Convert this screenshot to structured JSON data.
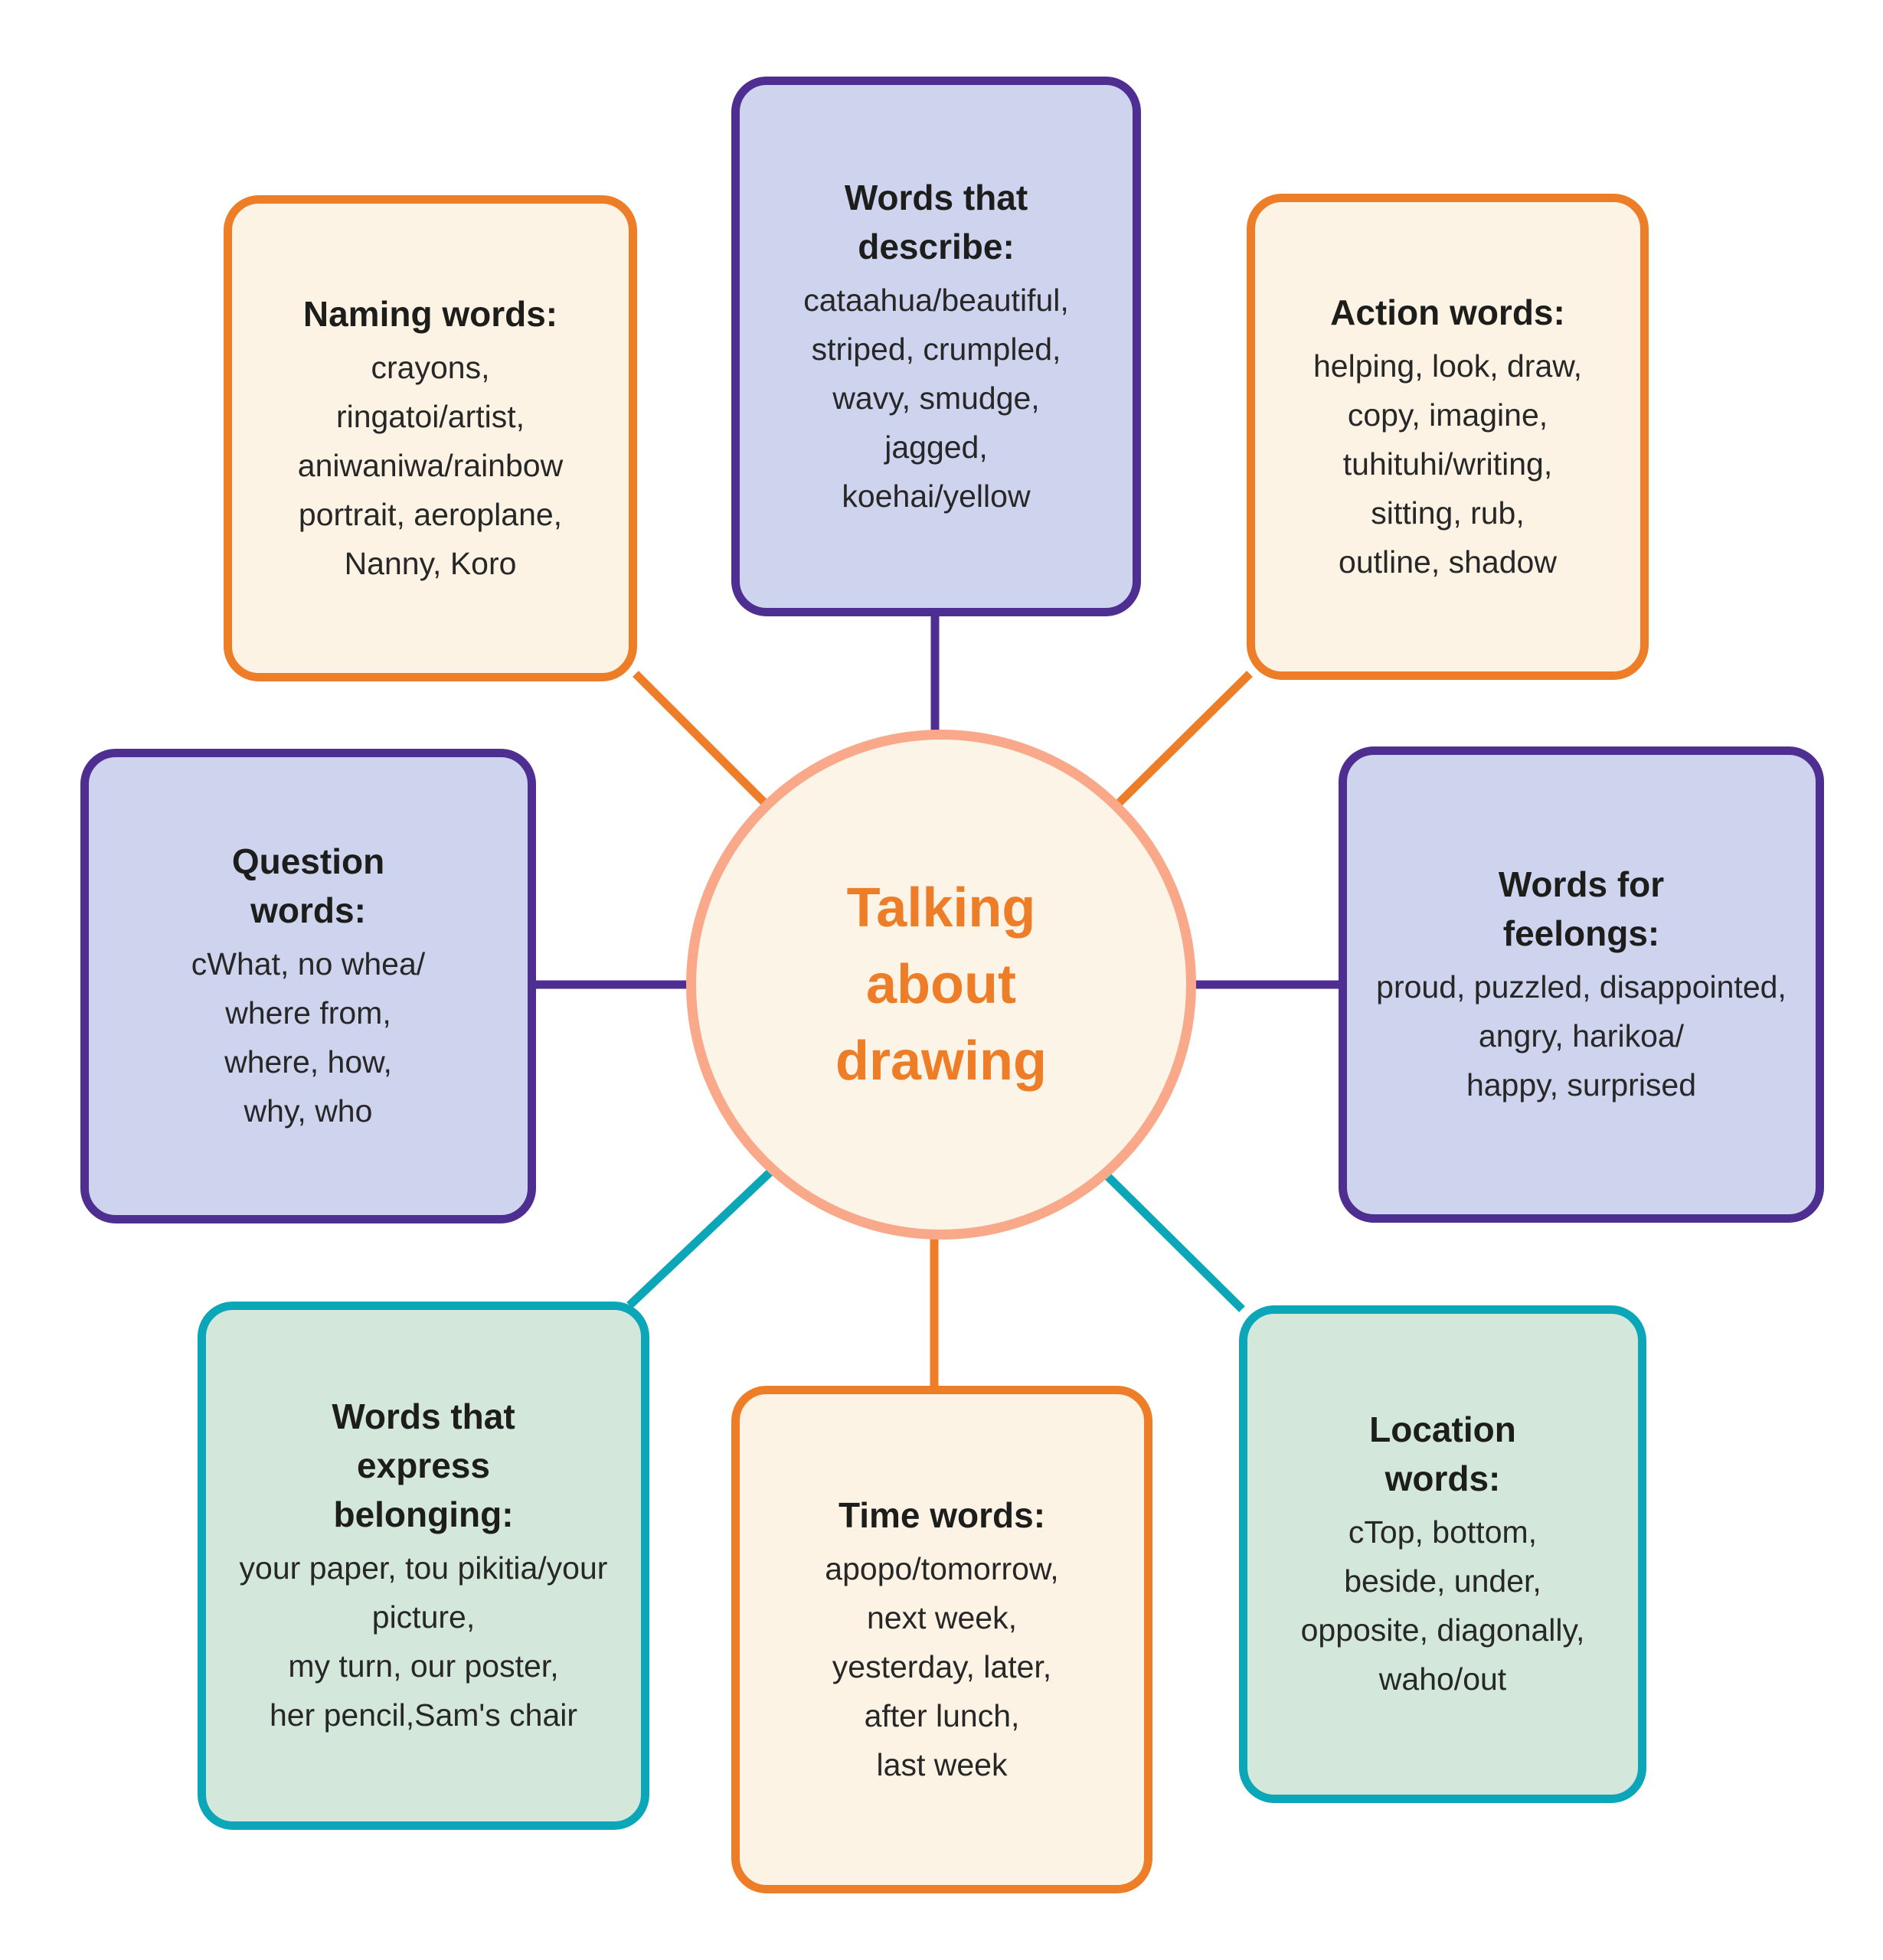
{
  "palette": {
    "orange": "#ee7d28",
    "purple": "#4f2e91",
    "teal": "#0ba7b9",
    "salmon": "#f9a98a",
    "cream": "#fdf3e5",
    "lavender": "#ced3ee",
    "green": "#d3e8da",
    "center_text": "#ee7d28"
  },
  "center": {
    "title_lines": [
      "Talking",
      "about",
      "drawing"
    ]
  },
  "boxes": {
    "naming": {
      "title_lines": [
        "Naming words:"
      ],
      "body_lines": [
        "crayons,",
        "ringatoi/artist,",
        "aniwaniwa/rainbow",
        "portrait, aeroplane,",
        "Nanny, Koro"
      ]
    },
    "describe": {
      "title_lines": [
        "Words that",
        "describe:"
      ],
      "body_lines": [
        "cataahua/beautiful,",
        "striped, crumpled,",
        "wavy, smudge,",
        "jagged,",
        "koehai/yellow"
      ]
    },
    "action": {
      "title_lines": [
        "Action words:"
      ],
      "body_lines": [
        "helping, look, draw,",
        "copy, imagine,",
        "tuhituhi/writing,",
        "sitting, rub,",
        "outline, shadow"
      ]
    },
    "question": {
      "title_lines": [
        "Question",
        "words:"
      ],
      "body_lines": [
        "cWhat, no whea/",
        "where from,",
        "where, how,",
        "why, who"
      ]
    },
    "feelings": {
      "title_lines": [
        "Words for",
        "feelongs:"
      ],
      "body_lines": [
        "proud, puzzled, disappointed,",
        "angry, harikoa/",
        "happy, surprised"
      ]
    },
    "belonging": {
      "title_lines": [
        "Words that",
        "express",
        "belonging:"
      ],
      "body_lines": [
        "your paper, tou pikitia/your",
        "picture,",
        "my turn, our poster,",
        "her pencil,Sam's chair"
      ]
    },
    "time": {
      "title_lines": [
        "Time words:"
      ],
      "body_lines": [
        "apopo/tomorrow,",
        "next week,",
        "yesterday, later,",
        "after lunch,",
        "last week"
      ]
    },
    "location": {
      "title_lines": [
        "Location",
        "words:"
      ],
      "body_lines": [
        "cTop, bottom,",
        "beside, under,",
        "opposite, diagonally,",
        "waho/out"
      ]
    }
  }
}
